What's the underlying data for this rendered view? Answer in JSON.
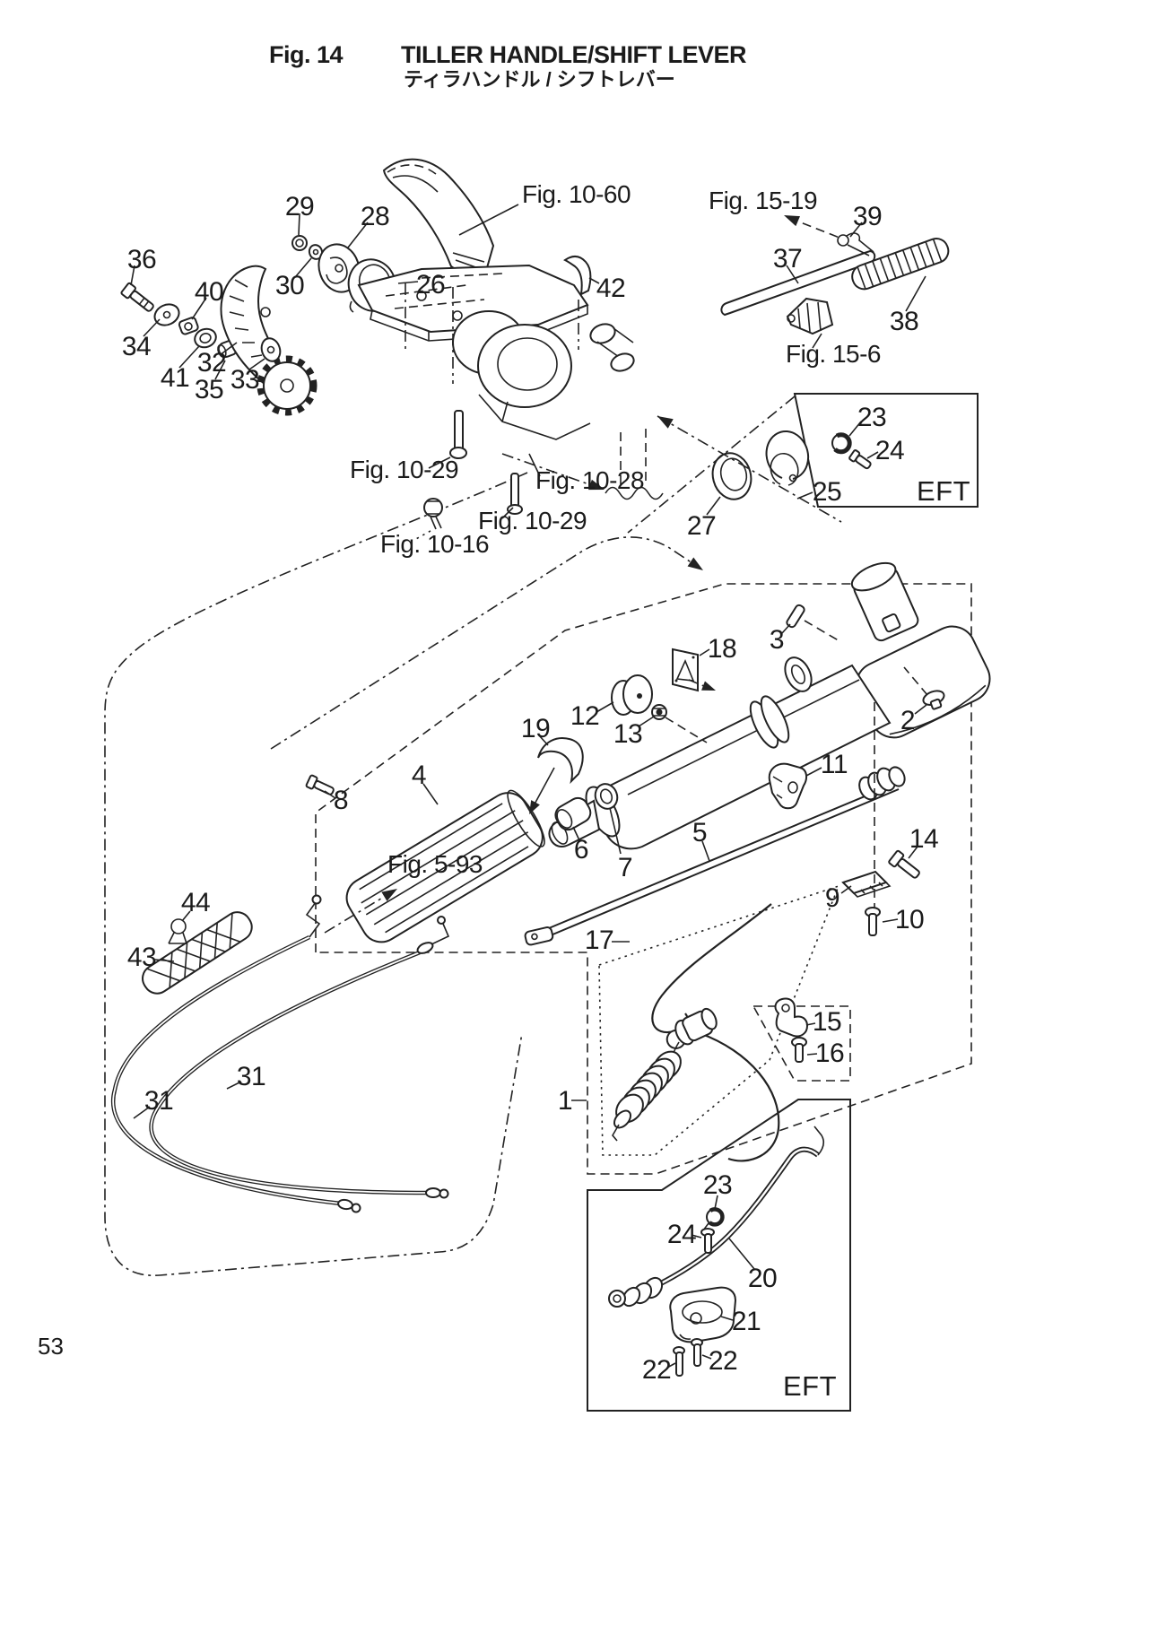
{
  "page": {
    "fig_label": "Fig. 14",
    "title_en": "TILLER HANDLE/SHIFT LEVER",
    "title_jp": "ティラハンドル / シフトレバー",
    "page_number": "53"
  },
  "boxes": {
    "eft": "EFT"
  },
  "figure_refs": {
    "f10_60": "Fig. 10-60",
    "f15_19": "Fig. 15-19",
    "f15_6": "Fig. 15-6",
    "f10_29": "Fig. 10-29",
    "f10_28": "Fig. 10-28",
    "f10_16": "Fig. 10-16",
    "f5_93": "Fig. 5-93"
  },
  "parts": {
    "1": "1",
    "2": "2",
    "3": "3",
    "4": "4",
    "5": "5",
    "6": "6",
    "7": "7",
    "8": "8",
    "9": "9",
    "10": "10",
    "11": "11",
    "12": "12",
    "13": "13",
    "14": "14",
    "15": "15",
    "16": "16",
    "17": "17",
    "18": "18",
    "19": "19",
    "20": "20",
    "21": "21",
    "22": "22",
    "23": "23",
    "24": "24",
    "25": "25",
    "26": "26",
    "27": "27",
    "28": "28",
    "29": "29",
    "30": "30",
    "31": "31",
    "32": "32",
    "33": "33",
    "34": "34",
    "35": "35",
    "36": "36",
    "37": "37",
    "38": "38",
    "39": "39",
    "40": "40",
    "41": "41",
    "42": "42",
    "43": "43",
    "44": "44"
  }
}
